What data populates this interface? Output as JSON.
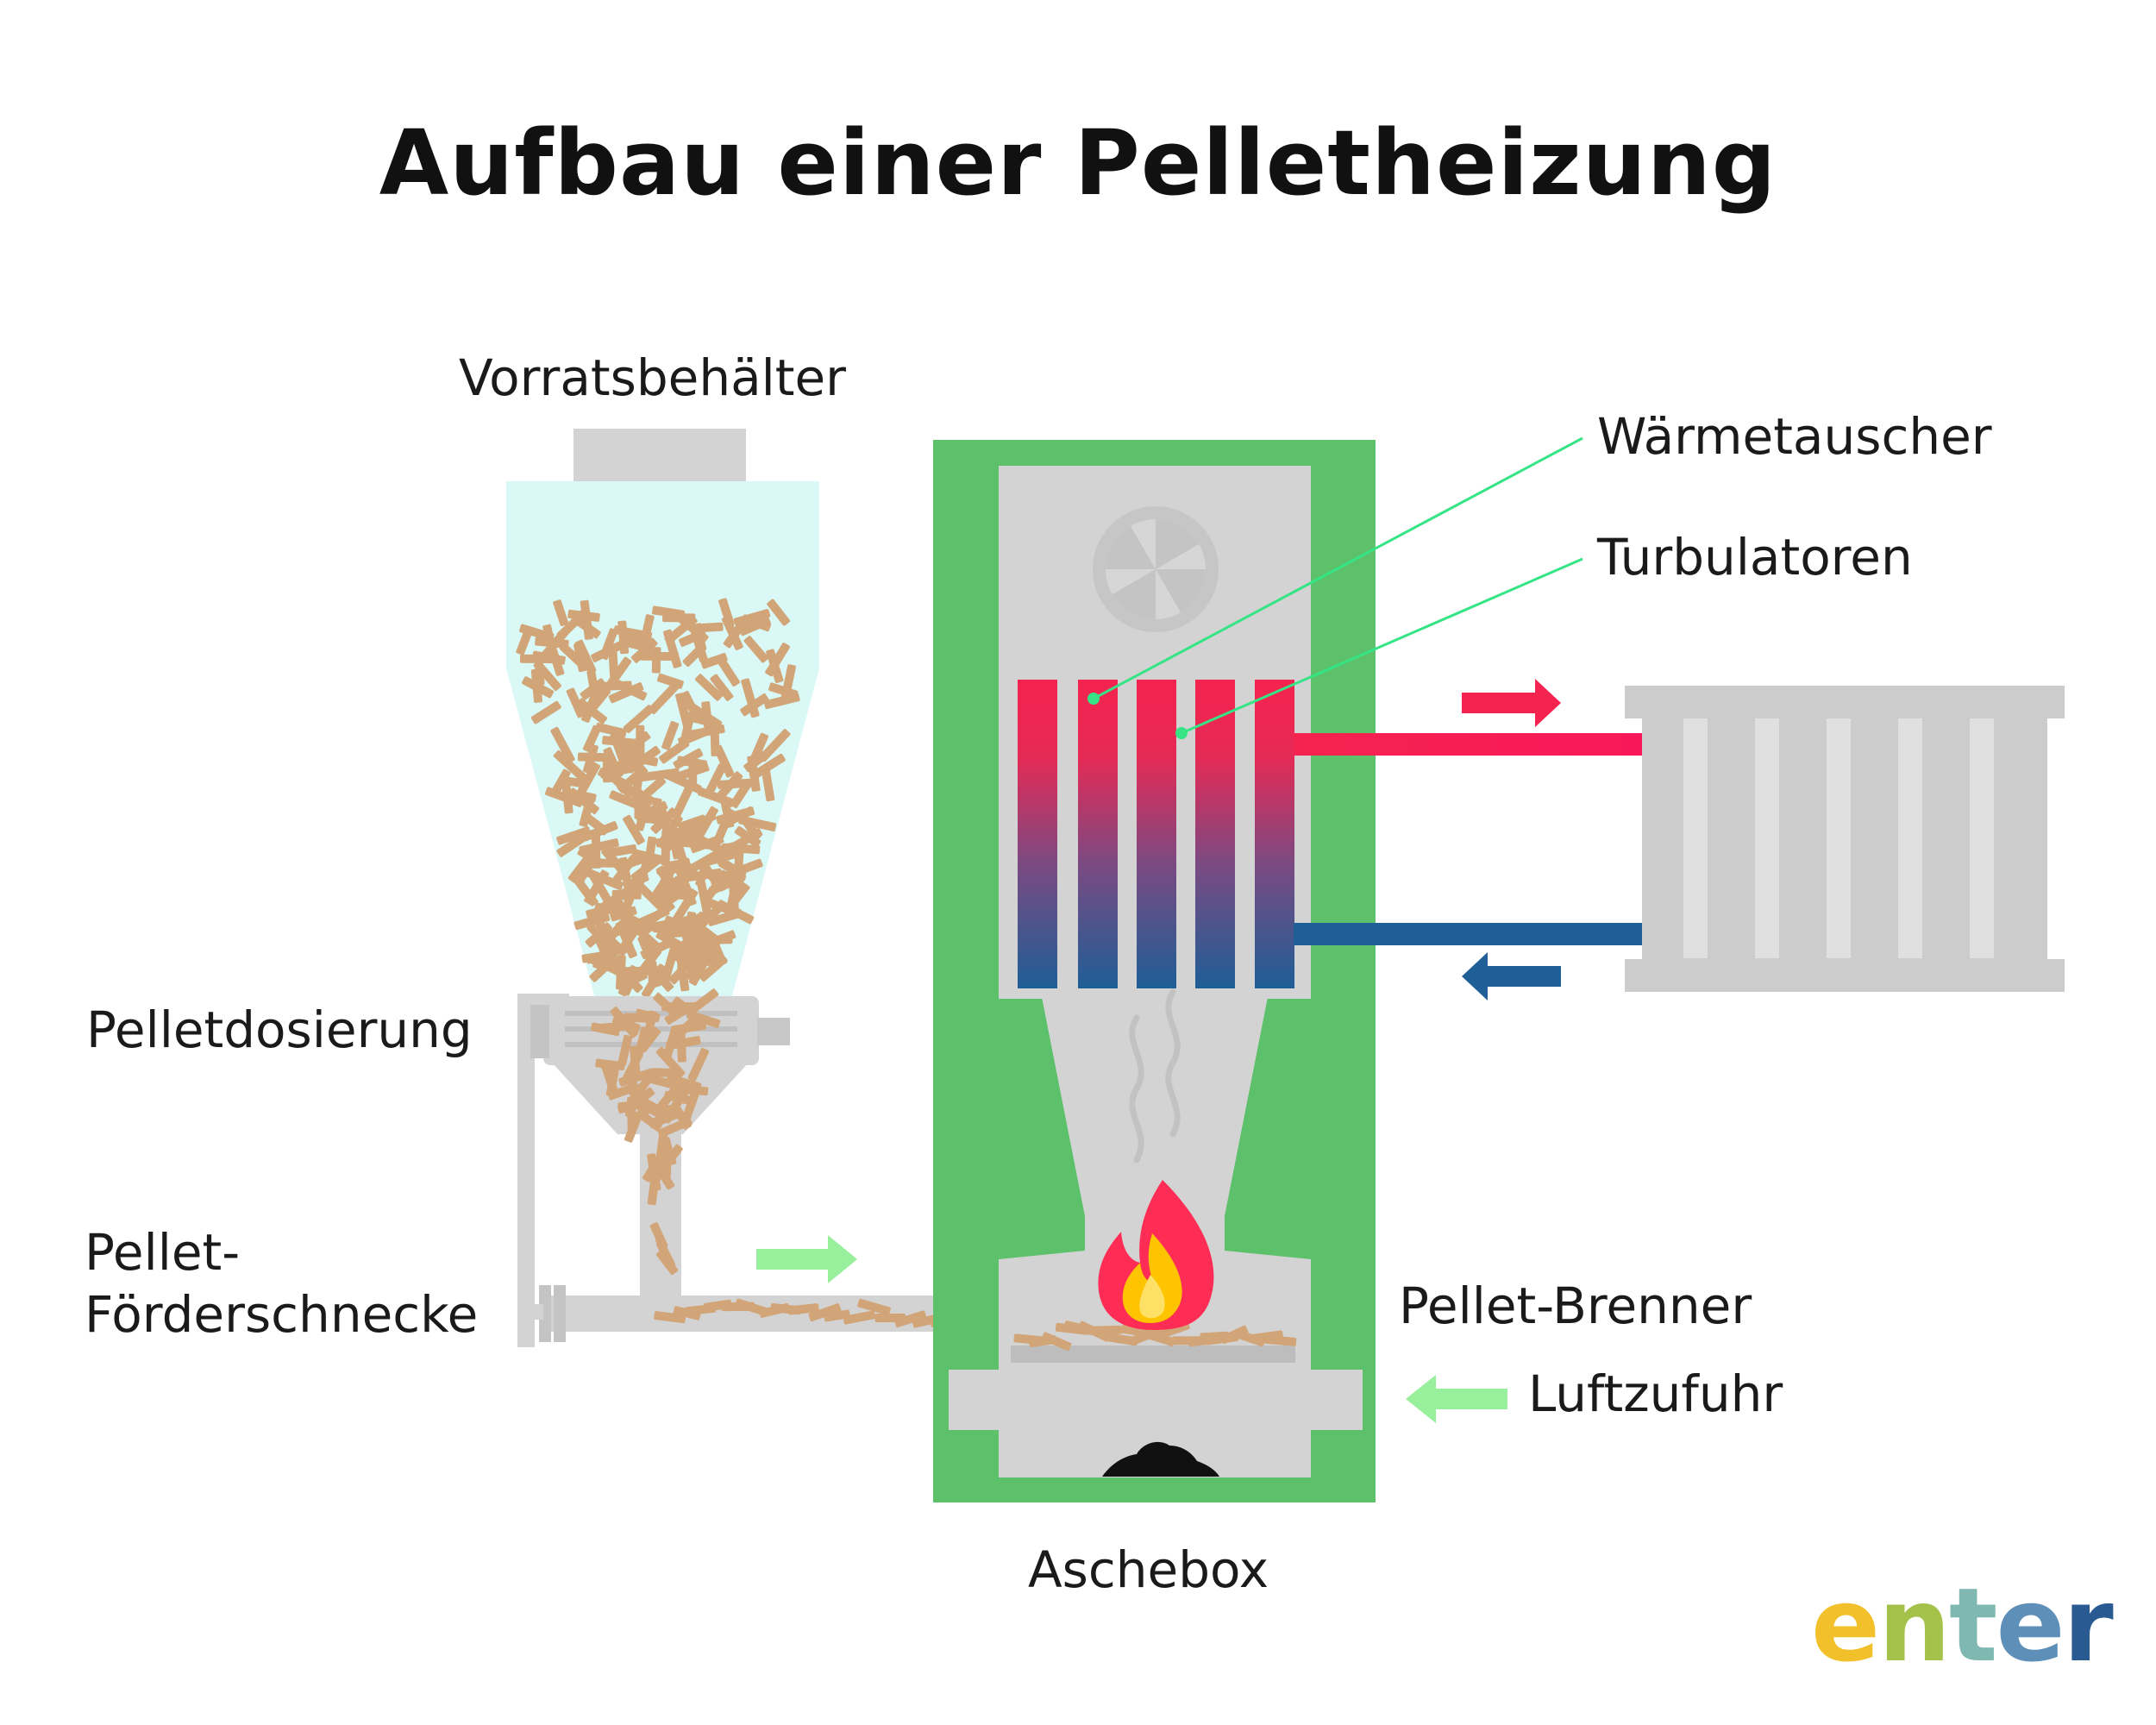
{
  "title": "Aufbau einer Pelletheizung",
  "labels": {
    "vorratsbehaelter": "Vorratsbehälter",
    "waermetauscher": "Wärmetauscher",
    "turbulatoren": "Turbulatoren",
    "pelletdosierung": "Pelletdosierung",
    "foerderschnecke_1": "Pellet-",
    "foerderschnecke_2": "Förderschnecke",
    "pellet_brenner": "Pellet-Brenner",
    "luftzufuhr": "Luftzufuhr",
    "aschebox": "Aschebox"
  },
  "logo": {
    "letters": [
      "e",
      "n",
      "t",
      "e",
      "r"
    ]
  },
  "colors": {
    "boiler_green": "#5cc16a",
    "housing_gray": "#d3d3d3",
    "hot": "#f5234f",
    "cold": "#1f5e96",
    "air_arrow": "#99f09c",
    "leader_line": "#35e585",
    "pellet": "#d2a578",
    "hopper": "#d9f8f6",
    "radiator": "#cccccc",
    "logo": [
      "#f1c02a",
      "#a4c24a",
      "#7fb8b0",
      "#5d8fb8",
      "#2a5a92"
    ]
  }
}
